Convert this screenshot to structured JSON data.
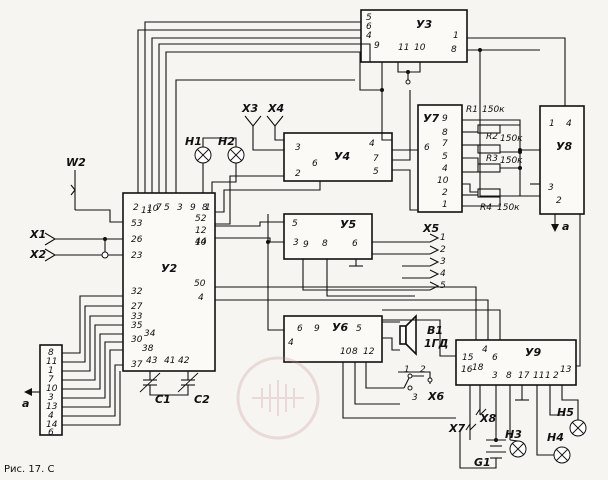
{
  "figure": {
    "caption_fragment": "Рис. 17. С",
    "watermark_visible": true
  },
  "blocks": [
    {
      "id": "U3",
      "label": "У3",
      "pins": [
        "5",
        "6",
        "4",
        "9",
        "11",
        "10",
        "1",
        "8"
      ]
    },
    {
      "id": "U4",
      "label": "У4",
      "pins": [
        "3",
        "2",
        "6",
        "4",
        "7",
        "5"
      ]
    },
    {
      "id": "U7",
      "label": "У7",
      "pins": [
        "9",
        "8",
        "7",
        "6",
        "5",
        "4",
        "10",
        "2",
        "1"
      ]
    },
    {
      "id": "U8",
      "label": "У8",
      "pins": [
        "1",
        "4",
        "3",
        "2"
      ]
    },
    {
      "id": "U2",
      "label": "У2",
      "pins": [
        "2",
        "11",
        "10",
        "7",
        "5",
        "3",
        "9",
        "8",
        "53",
        "26",
        "23",
        "1",
        "52",
        "12",
        "10",
        "44",
        "32",
        "27",
        "33",
        "35",
        "34",
        "30",
        "38",
        "37",
        "43",
        "41",
        "42",
        "50",
        "4"
      ]
    },
    {
      "id": "U5",
      "label": "У5",
      "pins": [
        "5",
        "3",
        "9",
        "8",
        "6"
      ]
    },
    {
      "id": "U6",
      "label": "У6",
      "pins": [
        "6",
        "9",
        "5",
        "4",
        "10",
        "8",
        "12"
      ]
    },
    {
      "id": "U9",
      "label": "У9",
      "pins": [
        "15",
        "4",
        "6",
        "16",
        "18",
        "3",
        "8",
        "17",
        "11",
        "1",
        "2",
        "13"
      ]
    },
    {
      "id": "X5",
      "label": "X5",
      "pins": [
        "1",
        "2",
        "3",
        "4",
        "5"
      ]
    },
    {
      "id": "X6",
      "label": "X6",
      "pins": [
        "1",
        "2",
        "3"
      ]
    }
  ],
  "components": {
    "H1": "H1",
    "H2": "H2",
    "H3": "H3",
    "H4": "H4",
    "H5": "H5",
    "W2": "W2",
    "X1": "X1",
    "X2": "X2",
    "X3": "X3",
    "X4": "X4",
    "X7": "X7",
    "X8": "X8",
    "C1": "C1",
    "C2": "C2",
    "G1": "G1",
    "B1": "B1",
    "B1_type": "1ГД",
    "a_left": "а",
    "a_right": "а"
  },
  "resistors": [
    {
      "name": "R1",
      "value": "150к"
    },
    {
      "name": "R2",
      "value": "150к"
    },
    {
      "name": "R3",
      "value": "150к"
    },
    {
      "name": "R4",
      "value": "150к"
    }
  ],
  "left_connector": {
    "pins": [
      "8",
      "11",
      "1",
      "7",
      "10",
      "3",
      "13",
      "4",
      "14",
      "6"
    ]
  }
}
